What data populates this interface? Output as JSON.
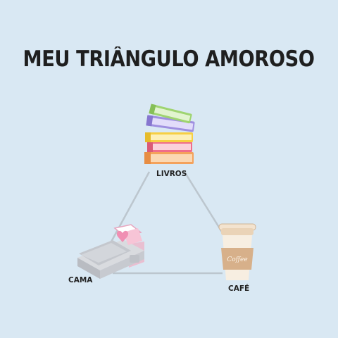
{
  "title": "MEU TRIÂNGULO AMOROSO",
  "nodes": {
    "livros": {
      "label": "LIVROS",
      "icon": "stack-of-books-icon"
    },
    "cama": {
      "label": "CAMA",
      "icon": "bed-icon"
    },
    "cafe": {
      "label": "CAFÉ",
      "icon": "coffee-cup-icon",
      "cup_text": "Coffee"
    }
  },
  "edges": [
    {
      "from": "livros",
      "to": "cama"
    },
    {
      "from": "livros",
      "to": "cafe"
    },
    {
      "from": "cama",
      "to": "cafe"
    }
  ],
  "colors": {
    "background": "#d9e8f3",
    "edge": "#bcc6ce",
    "cup_band": "#d7b08a",
    "heart": "#f08fb3"
  }
}
